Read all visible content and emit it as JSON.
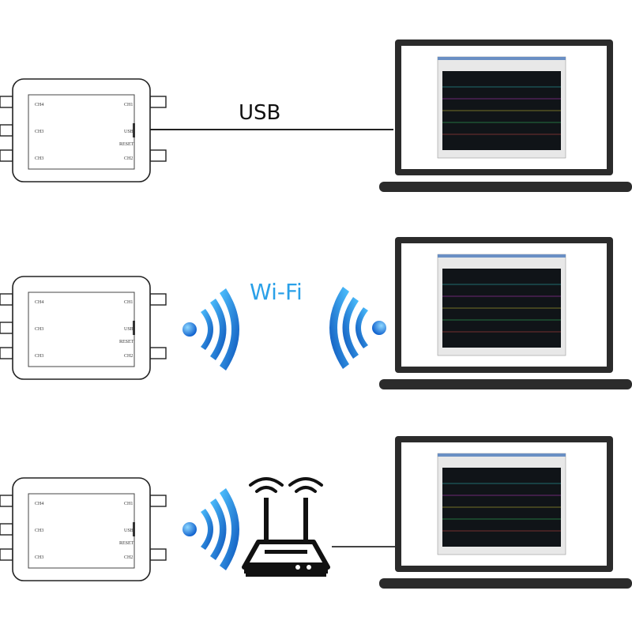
{
  "device": {
    "port_labels": {
      "ch1_right": "CH1",
      "ch4_left": "CH4",
      "ch3_left": "CH3",
      "ch2_right": "CH2",
      "ch3_bottom": "CH3",
      "usb": "USB",
      "reset": "RESET"
    }
  },
  "rows": [
    {
      "connection": "USB",
      "connection_label": "USB"
    },
    {
      "connection": "Wi-Fi",
      "connection_label": "Wi-Fi"
    },
    {
      "connection": "Router",
      "connection_label": ""
    }
  ],
  "colors": {
    "wifi_label": "#2aa0e8",
    "wave_blue": "#1b6fd6",
    "laptop_body": "#2b2b2b",
    "screen_plot_bg": "#101418"
  },
  "icons": [
    "wifi-signal-icon",
    "router-icon",
    "laptop-icon",
    "oscilloscope-box-icon"
  ]
}
